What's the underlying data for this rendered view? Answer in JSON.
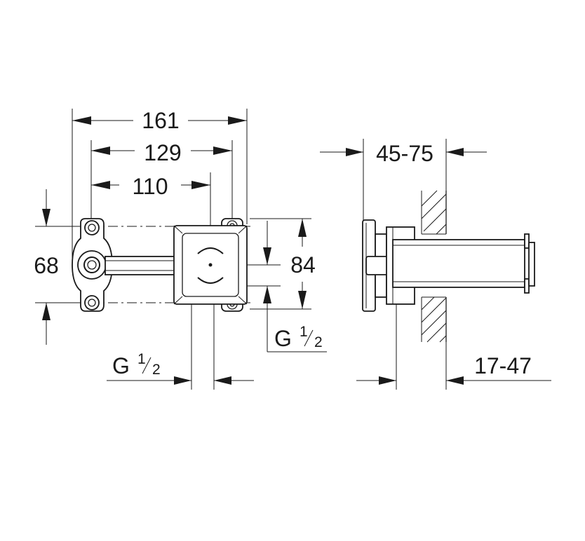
{
  "dimensions": {
    "width_161": "161",
    "width_129": "129",
    "width_110": "110",
    "height_68": "68",
    "height_84": "84",
    "depth_45_75": "45-75",
    "depth_17_47": "17-47"
  },
  "connections": {
    "thread_left": {
      "letter": "G",
      "fraction_num": "1",
      "fraction_den": "2"
    },
    "thread_right": {
      "letter": "G",
      "fraction_num": "1",
      "fraction_den": "2"
    }
  },
  "colors": {
    "line": "#1a1a1a",
    "background": "#ffffff"
  }
}
